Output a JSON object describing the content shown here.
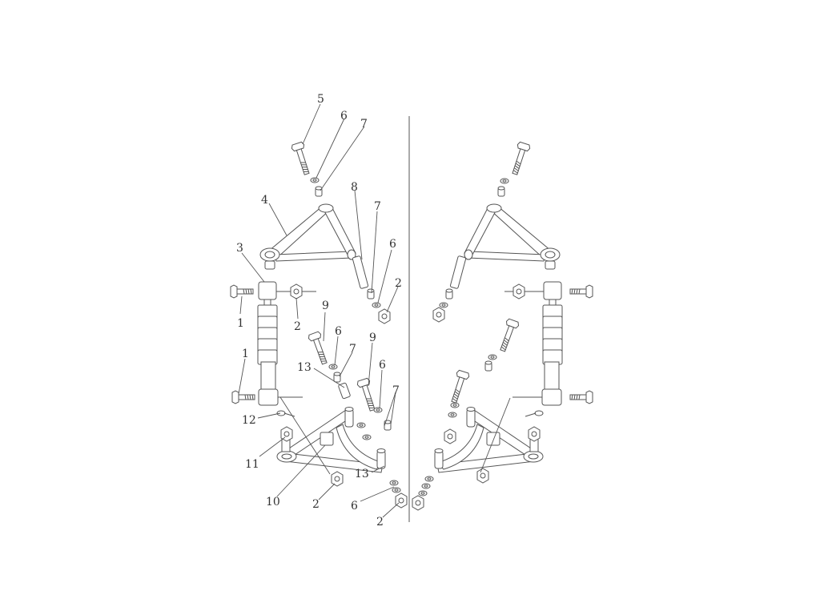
{
  "diagram": {
    "labels": [
      {
        "id": "lbl-5",
        "text": "5"
      },
      {
        "id": "lbl-6a",
        "text": "6"
      },
      {
        "id": "lbl-7a",
        "text": "7"
      },
      {
        "id": "lbl-4",
        "text": "4"
      },
      {
        "id": "lbl-8",
        "text": "8"
      },
      {
        "id": "lbl-7b",
        "text": "7"
      },
      {
        "id": "lbl-3",
        "text": "3"
      },
      {
        "id": "lbl-6b",
        "text": "6"
      },
      {
        "id": "lbl-2a",
        "text": "2"
      },
      {
        "id": "lbl-1a",
        "text": "1"
      },
      {
        "id": "lbl-2b",
        "text": "2"
      },
      {
        "id": "lbl-9a",
        "text": "9"
      },
      {
        "id": "lbl-6c",
        "text": "6"
      },
      {
        "id": "lbl-7c",
        "text": "7"
      },
      {
        "id": "lbl-1b",
        "text": "1"
      },
      {
        "id": "lbl-13a",
        "text": "13"
      },
      {
        "id": "lbl-9b",
        "text": "9"
      },
      {
        "id": "lbl-6d",
        "text": "6"
      },
      {
        "id": "lbl-7d",
        "text": "7"
      },
      {
        "id": "lbl-12",
        "text": "12"
      },
      {
        "id": "lbl-11",
        "text": "11"
      },
      {
        "id": "lbl-13b",
        "text": "13"
      },
      {
        "id": "lbl-10",
        "text": "10"
      },
      {
        "id": "lbl-2c",
        "text": "2"
      },
      {
        "id": "lbl-6e",
        "text": "6"
      },
      {
        "id": "lbl-2d",
        "text": "2"
      }
    ]
  },
  "colors": {
    "line": "#555555",
    "label": "#333333",
    "background": "#ffffff"
  }
}
